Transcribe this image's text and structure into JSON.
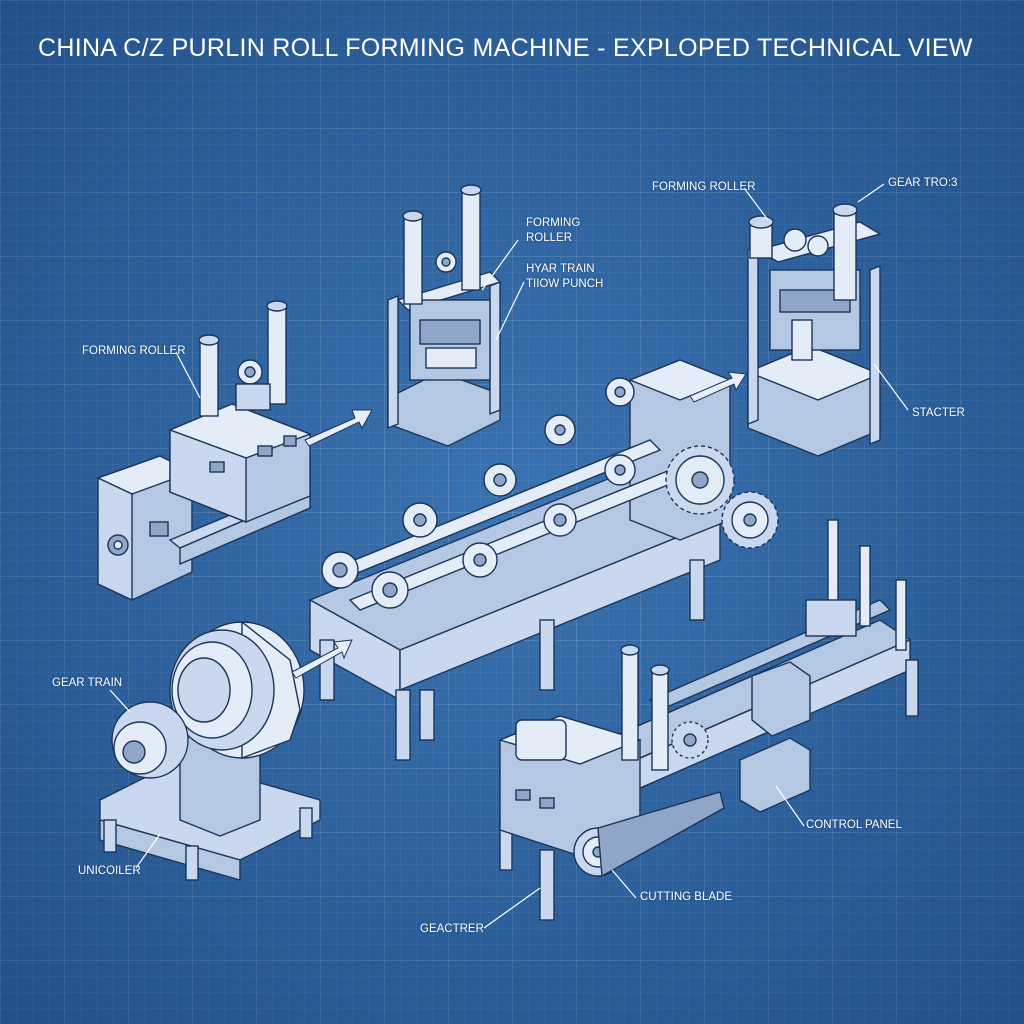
{
  "title": "CHINA C/Z PURLIN ROLL FORMING MACHINE - EXPLOPED TECHNICAL VIEW",
  "colors": {
    "background": "#2f6cae",
    "grid": "#5d8fc8",
    "metal": "#c9d8ee",
    "outline": "#1b3558",
    "text": "#ffffff"
  },
  "labels": {
    "forming_roller_left": "FORMING ROLLER",
    "forming_roller_top": "FORMING\nROLLER",
    "hyar_train": "HYAR TRAIN\nTIIOW PUNCH",
    "forming_roller_right": "FORMING ROLLER",
    "gear_tro": "GEAR TRO:3",
    "stacter": "STACTER",
    "gear_train": "GEAR TRAIN",
    "unicoiler": "UNICOILER",
    "control_panel": "CONTROL PANEL",
    "cutting_blade": "CUTTING BLADE",
    "geactrer": "GEACTRER"
  }
}
